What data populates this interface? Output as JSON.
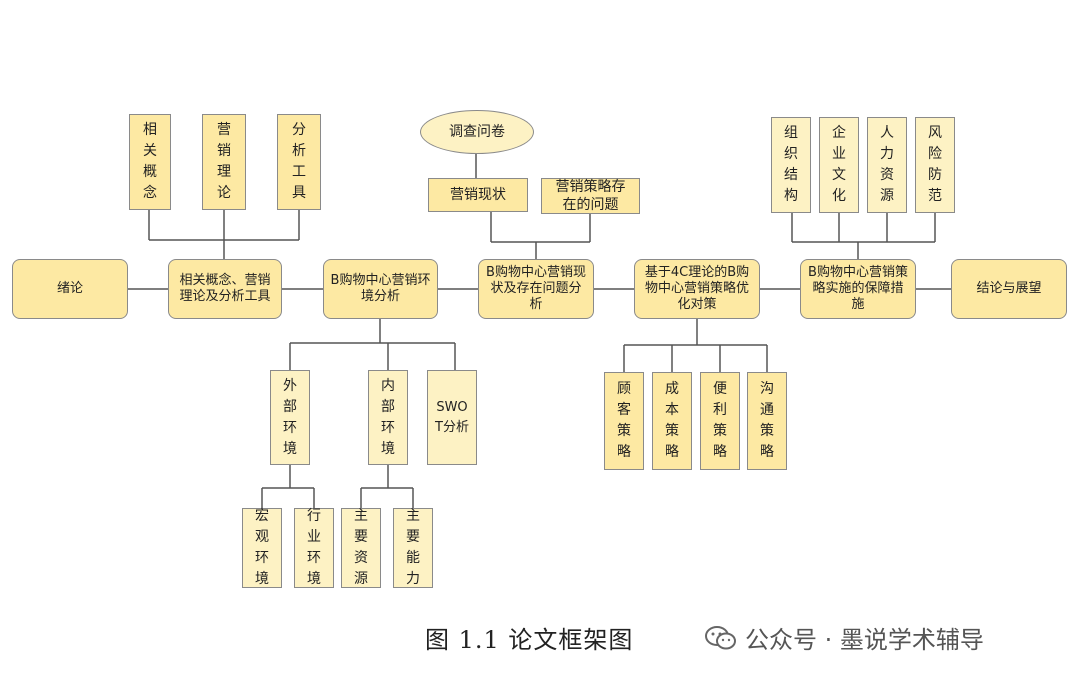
{
  "main_chain": [
    "绪论",
    "相关概念、营销理论及分析工具",
    "B购物中心营销环境分析",
    "B购物中心营销现状及存在问题分析",
    "基于4C理论的B购物中心营销策略优化对策",
    "B购物中心营销策略实施的保障措施",
    "结论与展望"
  ],
  "theory_children": [
    "相关概念",
    "营销理论",
    "分析工具"
  ],
  "environment_children": [
    "外部环境",
    "内部环境",
    "SWOT分析"
  ],
  "external_children": [
    "宏观环境",
    "行业环境"
  ],
  "internal_children": [
    "主要资源",
    "主要能力"
  ],
  "survey": "调查问卷",
  "status_children": [
    "营销现状",
    "营销策略存在的问题"
  ],
  "strategy_children": [
    "顾客策略",
    "成本策略",
    "便利策略",
    "沟通策略"
  ],
  "guarantee_children": [
    "组织结构",
    "企业文化",
    "人力资源",
    "风险防范"
  ],
  "caption": "图 1.1  论文框架图",
  "watermark": "公众号 · 墨说学术辅导",
  "colors": {
    "box_fill": "#fde9a3",
    "box_border": "#8a8a8a",
    "line": "#555555"
  }
}
